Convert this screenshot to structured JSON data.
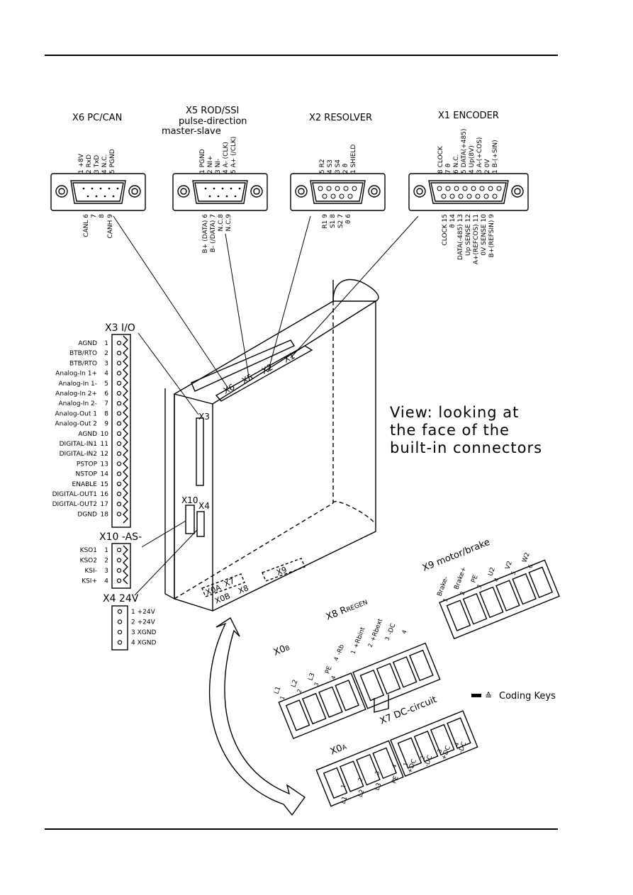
{
  "connectors": {
    "x6": {
      "title": "X6 PC/CAN",
      "top_pins": [
        "1 +8V",
        "2 RxD",
        "3 TxD",
        "4 N.C.",
        "5 PGND"
      ],
      "bottom_pins": [
        "CANL 6",
        "7",
        "8",
        "CANH 9"
      ]
    },
    "x5": {
      "title_lines": [
        "X5 ROD/SSI",
        "pulse-direction",
        "master-slave"
      ],
      "top_pins": [
        "1 PGND",
        "2 NI+",
        "3 NI-",
        "4 A-  (CLK)",
        "5 A+  (/CLK)"
      ],
      "bottom_pins": [
        "B+ (DATA) 6",
        "B- (/DATA) 7",
        "N.C.8",
        "N.C.9"
      ]
    },
    "x2": {
      "title": "X2 RESOLVER",
      "top_pins": [
        "5 R2",
        "4 S3",
        "3 S4",
        "2 ϑ",
        "1 SHIELD"
      ],
      "bottom_pins": [
        "R1 9",
        "S1 8",
        "S2 7",
        "ϑ 6"
      ]
    },
    "x1": {
      "title": "X1 ENCODER",
      "top_pins": [
        "8 CLOCK",
        "7 ϑ",
        "6 N.C.",
        "5 DATA(+485)",
        "4 Up(8V)",
        "3 A-(+COS)",
        "2 0V",
        "1 B-(+SIN)"
      ],
      "bottom_pins": [
        "CLOCK 15",
        "ϑ 14",
        "DATA(-485) 13",
        "Up SENSE 12",
        "A+(REFCOS) 11",
        "0V SENSE 10",
        "B+(REFSIN) 9"
      ]
    }
  },
  "x3": {
    "title": "X3 I/O",
    "pins": [
      {
        "name": "AGND",
        "num": "1"
      },
      {
        "name": "BTB/RTO",
        "num": "2"
      },
      {
        "name": "BTB/RTO",
        "num": "3"
      },
      {
        "name": "Analog-In 1+",
        "num": "4"
      },
      {
        "name": "Analog-In 1-",
        "num": "5"
      },
      {
        "name": "Analog-In 2+",
        "num": "6"
      },
      {
        "name": "Analog-In 2-",
        "num": "7"
      },
      {
        "name": "Analog-Out 1",
        "num": "8"
      },
      {
        "name": "Analog-Out 2",
        "num": "9"
      },
      {
        "name": "AGND",
        "num": "10"
      },
      {
        "name": "DIGITAL-IN1",
        "num": "11"
      },
      {
        "name": "DIGITAL-IN2",
        "num": "12"
      },
      {
        "name": "PSTOP",
        "num": "13"
      },
      {
        "name": "NSTOP",
        "num": "14"
      },
      {
        "name": "ENABLE",
        "num": "15"
      },
      {
        "name": "DIGITAL-OUT1",
        "num": "16"
      },
      {
        "name": "DIGITAL-OUT2",
        "num": "17"
      },
      {
        "name": "DGND",
        "num": "18"
      }
    ]
  },
  "x10": {
    "title": "X10 -AS-",
    "pins": [
      {
        "name": "KSO1",
        "num": "1"
      },
      {
        "name": "KSO2",
        "num": "2"
      },
      {
        "name": "KSI-",
        "num": "3"
      },
      {
        "name": "KSI+",
        "num": "4"
      }
    ]
  },
  "x4": {
    "title": "X4 24V",
    "pins": [
      "1 +24V",
      "2 +24V",
      "3 XGND",
      "4 XGND"
    ]
  },
  "device_labels": {
    "x6": "X6",
    "x5": "X5",
    "x2": "X2",
    "x1": "X1",
    "x3": "X3",
    "x10": "X10",
    "x4": "X4",
    "x7": "X7",
    "x8": "X8",
    "x9": "X9",
    "x0a": "X0A",
    "x0b": "X0B"
  },
  "view_text": [
    "View: looking at",
    "the face of the",
    "built-in connectors"
  ],
  "x9": {
    "title": "X9 motor/brake",
    "pins": [
      "Brake-",
      "Brake+",
      "PE",
      "U2",
      "V2",
      "W2"
    ],
    "nums": [
      "1",
      "2",
      "3",
      "4",
      "5",
      "6"
    ]
  },
  "x8": {
    "title": "X8 R",
    "subscript": "REGEN",
    "pins": [
      "-Rb",
      "+Rbint",
      "+Rbext",
      "-DC"
    ],
    "nums": [
      "4",
      "1",
      "2",
      "3",
      "4"
    ]
  },
  "x0b": {
    "title": "X0",
    "subscript": "B",
    "pins": [
      "L1",
      "L2",
      "L3",
      "PE"
    ],
    "nums": [
      "1",
      "2",
      "3",
      "4"
    ]
  },
  "x0a": {
    "title": "X0",
    "subscript": "A",
    "pins": [
      "L1",
      "L2",
      "L3",
      "PE"
    ],
    "nums": [
      "1",
      "2",
      "3",
      "4"
    ]
  },
  "x7": {
    "title": "X7 DC-circuit",
    "pins": [
      "+DC",
      "-DC",
      "+DC",
      "-DC"
    ],
    "nums": [
      "1",
      "2",
      "3",
      "4"
    ]
  },
  "legend": {
    "symbol": "≙",
    "text": "Coding Keys"
  }
}
